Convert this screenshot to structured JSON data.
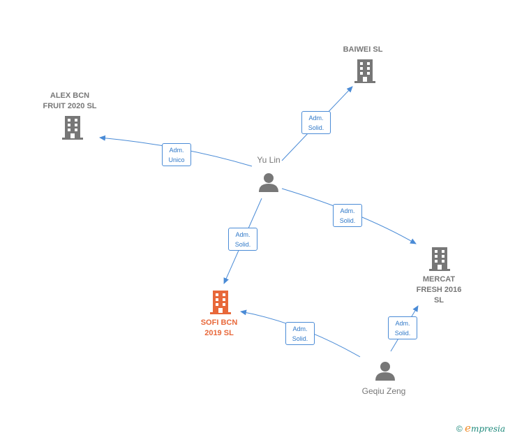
{
  "nodes": {
    "alex": {
      "label": "ALEX BCN\nFRUIT 2020  SL",
      "kind": "company",
      "color": "#777777"
    },
    "baiwei": {
      "label": "BAIWEI  SL",
      "kind": "company",
      "color": "#777777"
    },
    "mercat": {
      "label": "MERCAT\nFRESH 2016\nSL",
      "kind": "company",
      "color": "#777777"
    },
    "sofi": {
      "label": "SOFI BCN\n2019  SL",
      "kind": "company",
      "color": "#e8683a"
    },
    "yulin": {
      "label": "Yu Lin",
      "kind": "person",
      "color": "#777777"
    },
    "geqiu": {
      "label": "Geqiu Zeng",
      "kind": "person",
      "color": "#777777"
    }
  },
  "edges": [
    {
      "id": "yulin-alex",
      "label": "Adm.\nUnico"
    },
    {
      "id": "yulin-baiwei",
      "label": "Adm.\nSolid."
    },
    {
      "id": "yulin-mercat",
      "label": "Adm.\nSolid."
    },
    {
      "id": "yulin-sofi",
      "label": "Adm.\nSolid."
    },
    {
      "id": "geqiu-sofi",
      "label": "Adm.\nSolid."
    },
    {
      "id": "geqiu-mercat",
      "label": "Adm.\nSolid."
    }
  ],
  "colors": {
    "edge": "#4a8bd6",
    "company": "#777777",
    "focus": "#e8683a"
  },
  "footer": {
    "copyright": "©",
    "brand_initial": "e",
    "brand_rest": "mpresia"
  }
}
